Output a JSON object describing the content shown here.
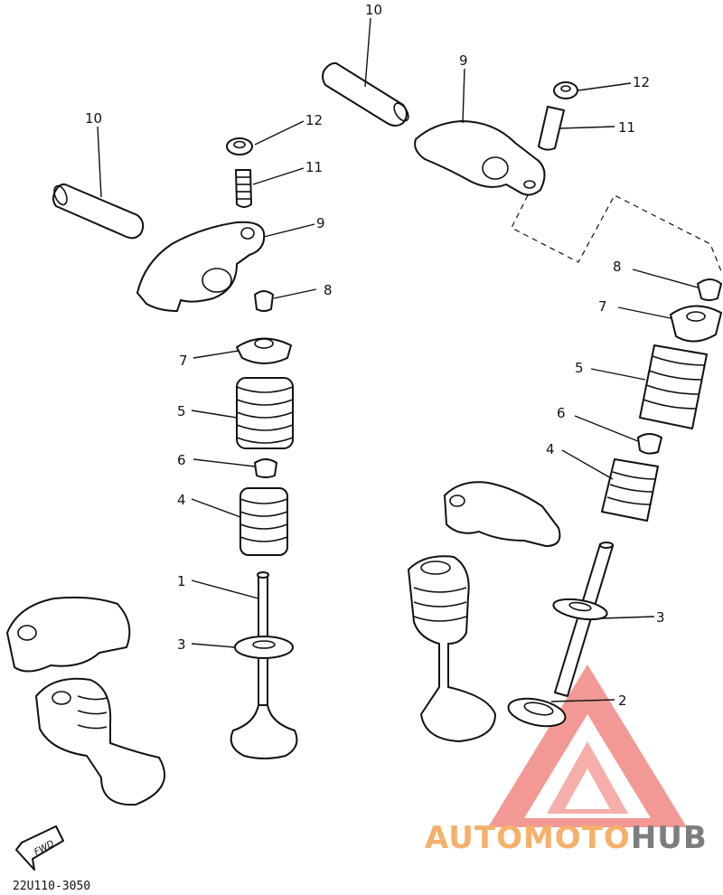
{
  "callouts": {
    "c10_left": "10",
    "c10_right": "10",
    "c9_left": "9",
    "c9_right": "9",
    "c12_left": "12",
    "c12_right": "12",
    "c11_left": "11",
    "c11_right": "11",
    "c8_left": "8",
    "c8_right": "8",
    "c7_left": "7",
    "c7_right": "7",
    "c5_left": "5",
    "c5_right": "5",
    "c6_left": "6",
    "c6_right": "6",
    "c4_left": "4",
    "c4_right": "4",
    "c1": "1",
    "c3_left": "3",
    "c3_right": "3",
    "c2": "2"
  },
  "fwd_label": "FWD",
  "part_code": "22U110-3050",
  "watermark": {
    "part1": "AUTOMOTO",
    "part2": "HUB",
    "color1": "#f5b06a",
    "color2": "#7d7d7d",
    "logo_color": "#e8473f"
  }
}
